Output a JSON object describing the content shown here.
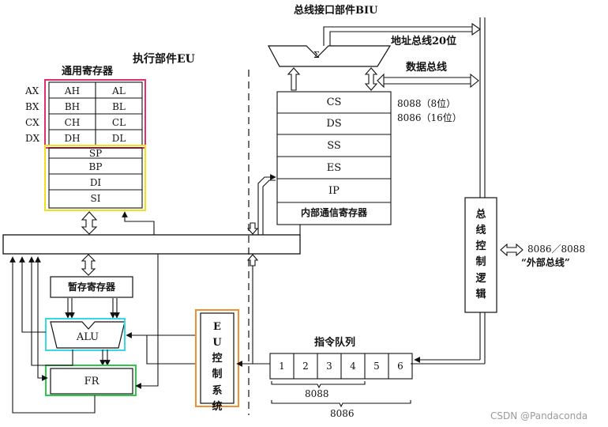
{
  "titles": {
    "biu": "总线接口部件BIU",
    "eu": "执行部件EU",
    "general_registers": "通用寄存器"
  },
  "biu_labels": {
    "address_bus": "地址总线20位",
    "data_bus": "数据总线",
    "note_8088": "8088（8位）",
    "note_8086": "8086（16位）",
    "internal_registers": "内部通信寄存器",
    "adder_symbol": "Σ"
  },
  "general_registers": {
    "row_names": [
      "AX",
      "BX",
      "CX",
      "DX"
    ],
    "high": [
      "AH",
      "BH",
      "CH",
      "DH"
    ],
    "low": [
      "AL",
      "BL",
      "CL",
      "DL"
    ]
  },
  "pointer_registers": [
    "SP",
    "BP",
    "DI",
    "SI"
  ],
  "segment_registers": [
    "CS",
    "DS",
    "SS",
    "ES",
    "IP"
  ],
  "eu_blocks": {
    "temp_register": "暂存寄存器",
    "alu": "ALU",
    "flags": "FR",
    "control_system": "EU控制系统"
  },
  "bus_control_logic": "总线控制逻辑",
  "external_bus": {
    "ratio": "8086／8088",
    "label": "“外部总线”"
  },
  "instruction_queue": {
    "title": "指令队列",
    "cells": [
      "1",
      "2",
      "3",
      "4",
      "5",
      "6"
    ],
    "brace_8088": "8088",
    "brace_8086": "8086"
  },
  "watermark": "CSDN @Pandaconda",
  "colors": {
    "general_registers_box": "#e0306a",
    "pointer_registers_box": "#f0e020",
    "alu_box": "#38d8e8",
    "flags_box": "#30c848",
    "control_box": "#f09030"
  }
}
